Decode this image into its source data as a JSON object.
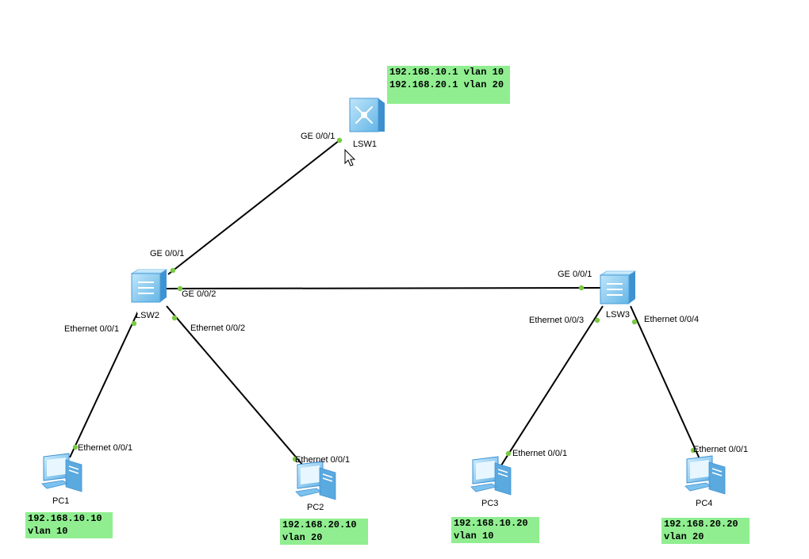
{
  "devices": {
    "lsw1": {
      "name": "LSW1"
    },
    "lsw2": {
      "name": "LSW2"
    },
    "lsw3": {
      "name": "LSW3"
    },
    "pc1": {
      "name": "PC1"
    },
    "pc2": {
      "name": "PC2"
    },
    "pc3": {
      "name": "PC3"
    },
    "pc4": {
      "name": "PC4"
    }
  },
  "ports": {
    "lsw1_ge001": "GE 0/0/1",
    "lsw2_ge001": "GE 0/0/1",
    "lsw2_ge002": "GE 0/0/2",
    "lsw2_eth001": "Ethernet 0/0/1",
    "lsw2_eth002": "Ethernet 0/0/2",
    "lsw3_ge001": "GE 0/0/1",
    "lsw3_eth003": "Ethernet 0/0/3",
    "lsw3_eth004": "Ethernet 0/0/4",
    "pc1_eth001": "Ethernet 0/0/1",
    "pc2_eth001": "Ethernet 0/0/1",
    "pc3_eth001": "Ethernet 0/0/1",
    "pc4_eth001": "Ethernet 0/0/1"
  },
  "notes": {
    "lsw1": [
      "192.168.10.1 vlan 10",
      "192.168.20.1 vlan 20"
    ],
    "pc1": [
      "192.168.10.10",
      "vlan 10"
    ],
    "pc2": [
      "192.168.20.10",
      "vlan 20"
    ],
    "pc3": [
      "192.168.10.20",
      "vlan 10"
    ],
    "pc4": [
      "192.168.20.20",
      "vlan 20"
    ]
  },
  "colors": {
    "note_bg": "#90ee90",
    "link": "#000000",
    "port_dot": "#7ac943",
    "device_blue": "#7ec8f0"
  },
  "icons": {
    "lsw1": "l3-switch-icon",
    "lsw2": "l2-switch-icon",
    "lsw3": "l2-switch-icon",
    "pcs": "pc-icon",
    "cursor": "mouse-pointer-icon"
  }
}
